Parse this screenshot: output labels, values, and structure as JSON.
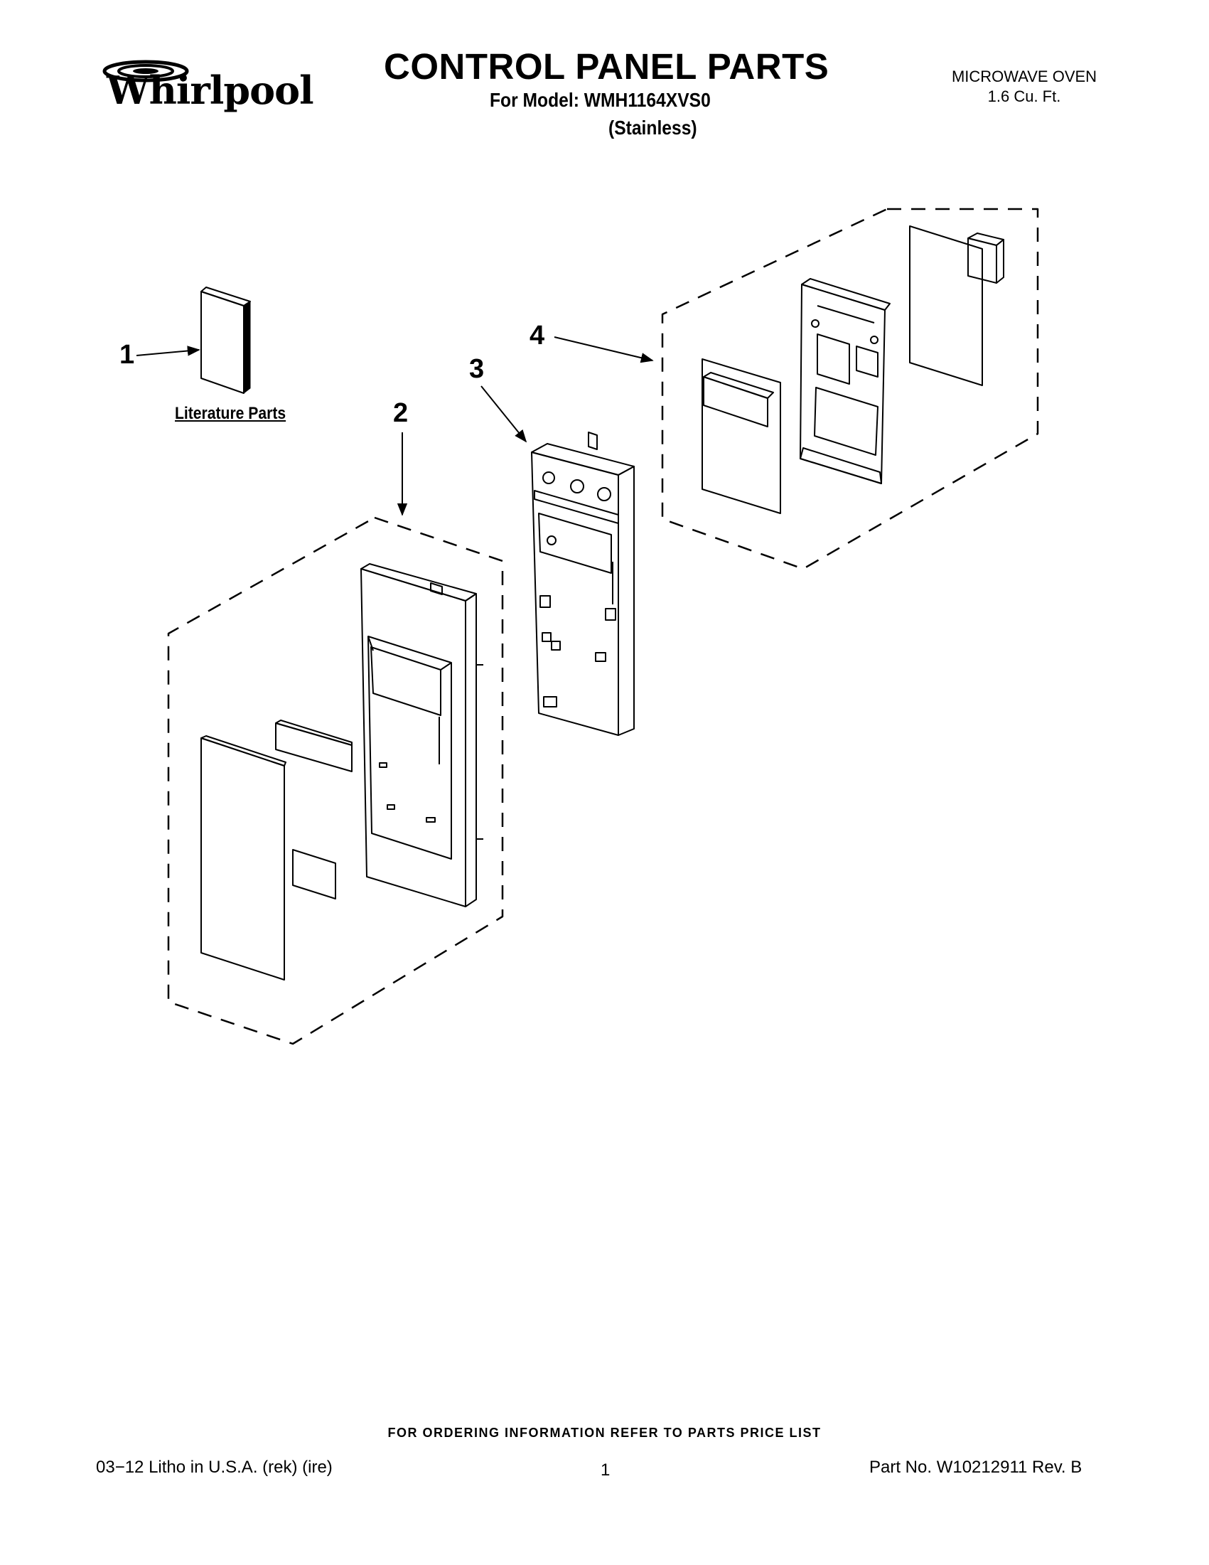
{
  "header": {
    "brand": "Whirlpool",
    "title": "CONTROL PANEL PARTS",
    "model": "For Model: WMH1164XVS0",
    "variant": "(Stainless)",
    "product_line1": "MICROWAVE OVEN",
    "product_line2": "1.6 Cu. Ft."
  },
  "diagram": {
    "callouts": [
      "1",
      "2",
      "3",
      "4"
    ],
    "literature_label": "Literature Parts"
  },
  "footer": {
    "ordering_note": "FOR ORDERING INFORMATION REFER TO PARTS PRICE LIST",
    "litho": "03−12  Litho in U.S.A. (rek) (ire)",
    "page_number": "1",
    "part_number": "Part No. W10212911 Rev. B"
  }
}
